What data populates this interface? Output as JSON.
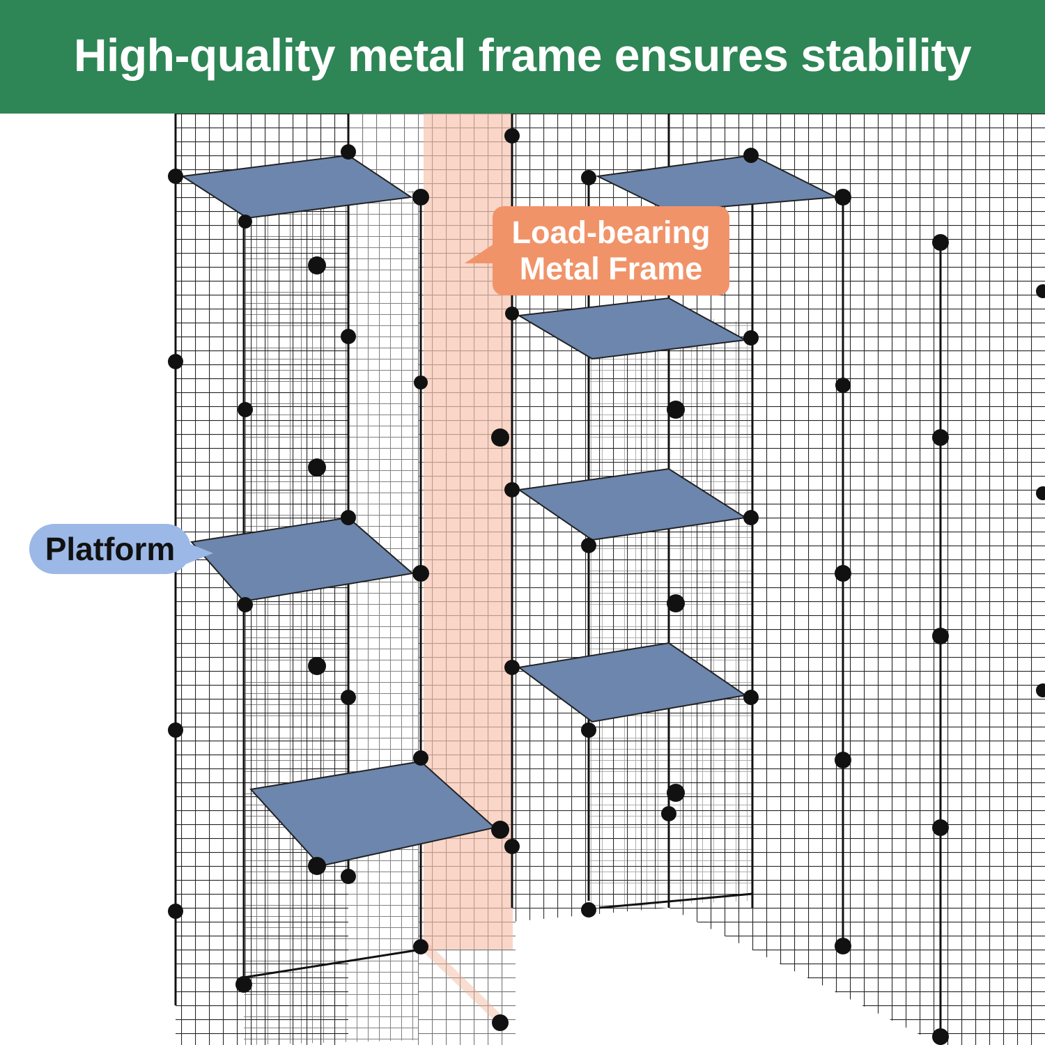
{
  "banner": {
    "title": "High-quality metal frame ensures stability",
    "color": "#2e8555",
    "text_color": "#ffffff"
  },
  "callouts": {
    "frame": {
      "line1": "Load-bearing",
      "line2": "Metal Frame",
      "color": "#f19369"
    },
    "platform": {
      "label": "Platform",
      "color": "#9cb8e6"
    }
  },
  "colors": {
    "wire": "#1a1a1a",
    "platform_panel": "#6c86ad",
    "frame_highlight": "#f4b49a",
    "connector": "#111111"
  }
}
